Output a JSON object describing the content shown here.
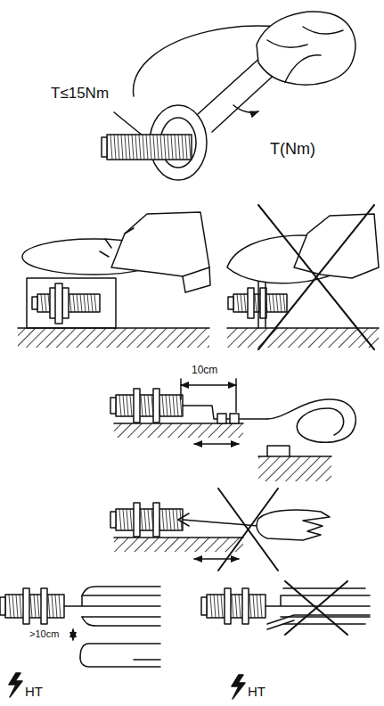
{
  "diagram": {
    "labels": [
      "T≤15Nm",
      "T(Nm)",
      "10cm",
      ">10cm",
      "HT",
      "HT"
    ]
  }
}
